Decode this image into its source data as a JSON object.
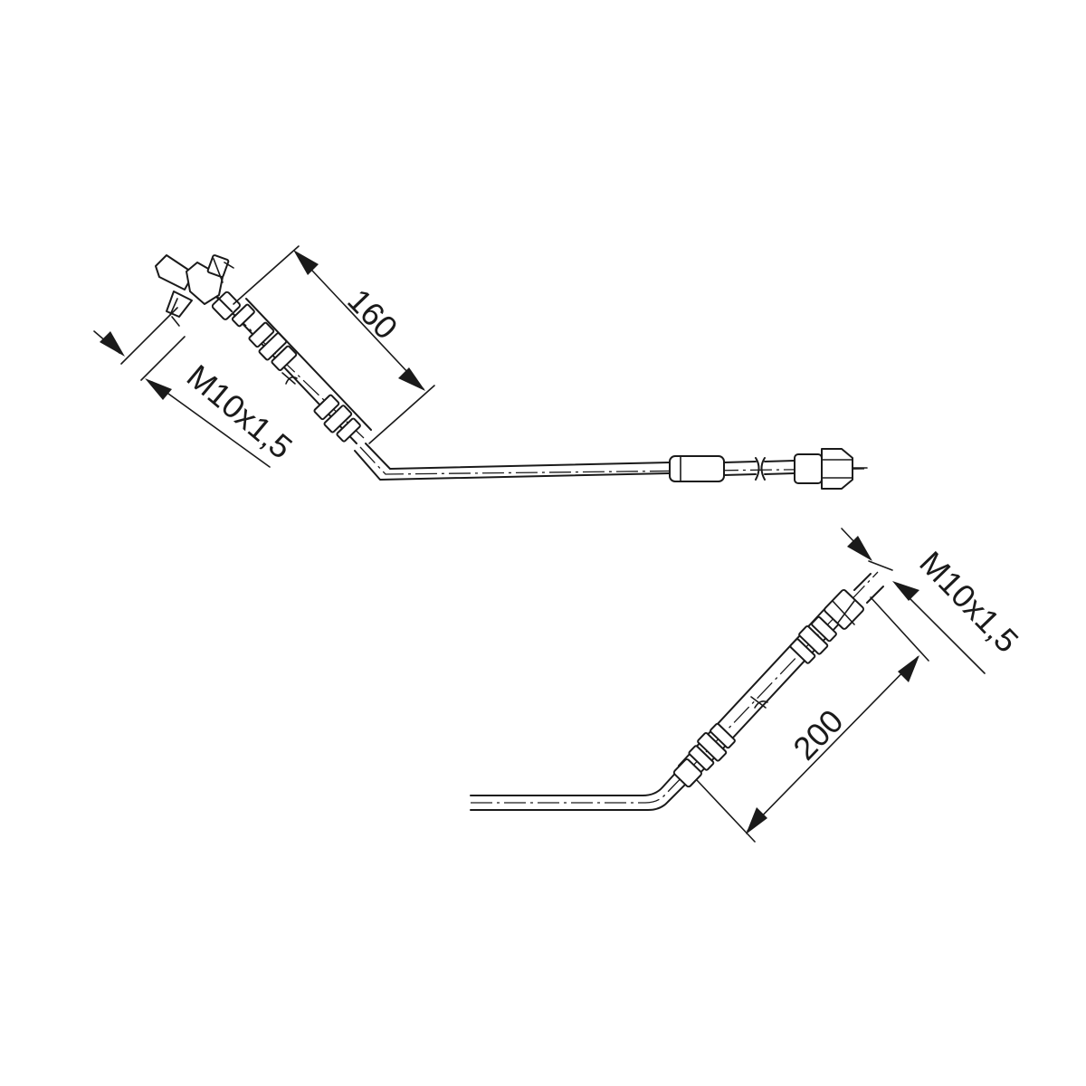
{
  "drawing": {
    "upper_hose": {
      "length_label": "160",
      "thread_label": "M10x1,5"
    },
    "lower_hose": {
      "length_label": "200",
      "thread_label": "M10x1,5"
    }
  }
}
